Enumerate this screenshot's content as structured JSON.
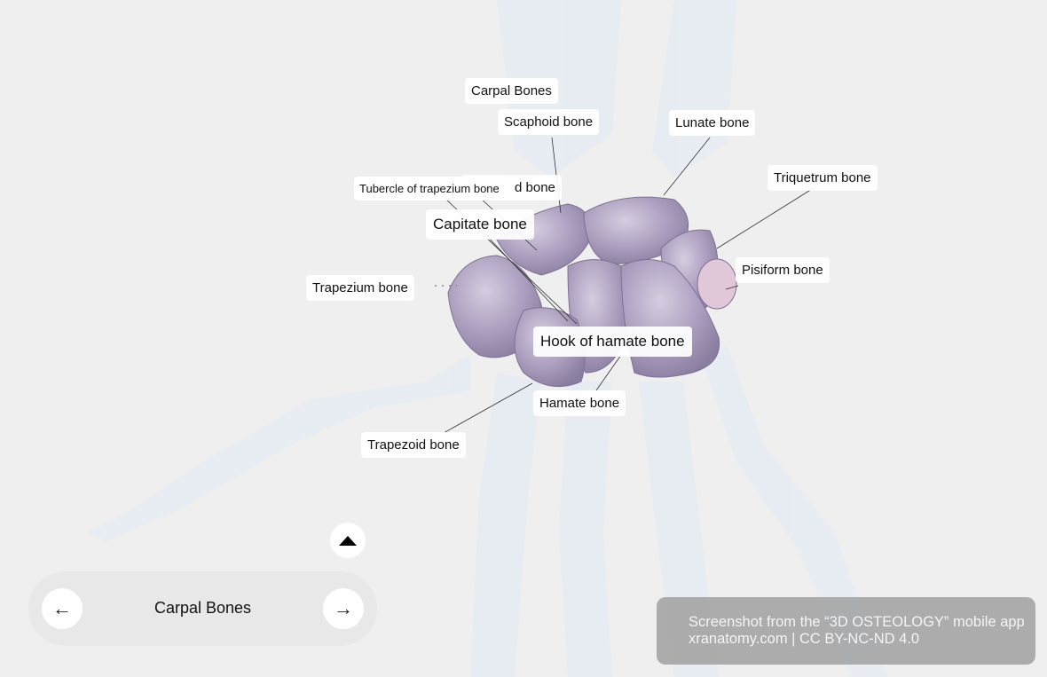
{
  "labels": {
    "carpal_bones": "Carpal Bones",
    "scaphoid": "Scaphoid bone",
    "lunate": "Lunate bone",
    "triquetrum": "Triquetrum bone",
    "hidden": "d bone",
    "tubercle_trapezium": "Tubercle of trapezium bone",
    "capitate": "Capitate bone",
    "trapezium": "Trapezium bone",
    "pisiform": "Pisiform bone",
    "hook_hamate": "Hook of hamate bone",
    "hamate": "Hamate bone",
    "trapezoid": "Trapezoid bone"
  },
  "nav": {
    "title": "Carpal Bones",
    "prev_icon": "arrow-left-icon",
    "next_icon": "arrow-right-icon",
    "prev_glyph": "←",
    "next_glyph": "→",
    "expand_icon": "triangle-up-icon"
  },
  "credit": {
    "line1": "Screenshot from the “3D OSTEOLOGY” mobile app",
    "line2": "xranatomy.com | CC BY-NC-ND 4.0"
  },
  "colors": {
    "background": "#efefef",
    "bone_faint": "#e4ebf2",
    "carpal": "#a79bbb"
  }
}
